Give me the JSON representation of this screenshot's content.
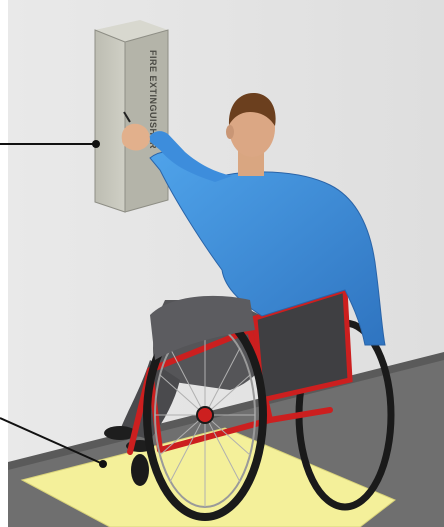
{
  "diagram": {
    "cabinet_label": "FIRE EXTINGUISHER",
    "colors": {
      "wall": "#e6e6e6",
      "floor": "#6f6f6f",
      "clear_floor_space": "#f4f09a",
      "cabinet": "#c9c9bd",
      "shirt": "#3f8fd8",
      "trousers": "#555558",
      "wheelchair_frame": "#cc1f1f",
      "tire": "#1a1a1a",
      "callout_line": "#111111"
    },
    "callouts": [
      {
        "name": "cabinet-callout",
        "target": "fire-extinguisher-cabinet"
      },
      {
        "name": "floor-callout",
        "target": "clear-floor-space"
      }
    ]
  }
}
